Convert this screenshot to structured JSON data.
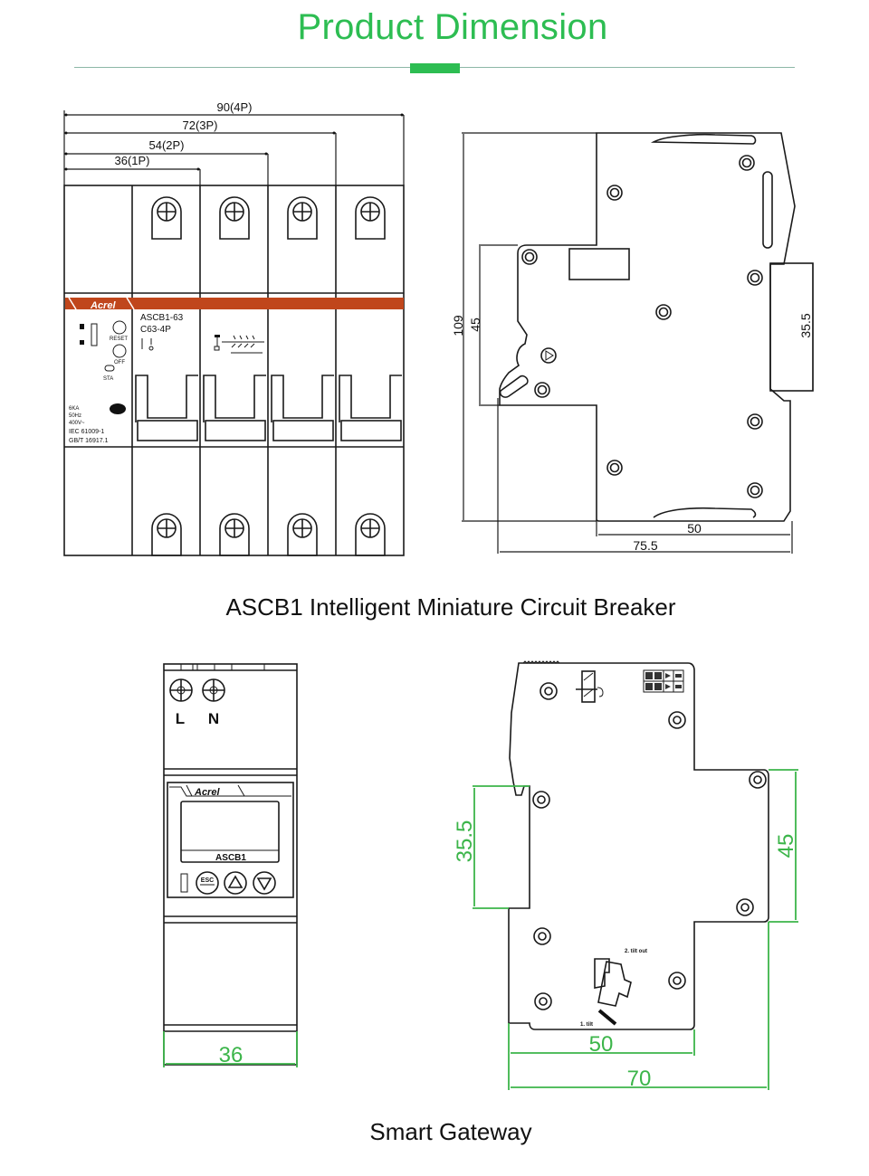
{
  "page": {
    "title": "Product Dimension",
    "accent_color": "#2dbd52",
    "rule_color": "#8cb8a6",
    "dimension_color_gateway": "#3cb54a",
    "brand_band_color": "#c0461c"
  },
  "breaker": {
    "caption": "ASCB1 Intelligent Miniature Circuit Breaker",
    "front": {
      "width_dims": [
        "90(4P)",
        "72(3P)",
        "54(2P)",
        "36(1P)"
      ],
      "brand": "Acrel",
      "model_line1": "ASCB1-63",
      "model_line2": "C63-4P",
      "buttons": [
        "RESET",
        "OFF",
        "STA"
      ],
      "specs": [
        "6KA",
        "50Hz",
        "400V~",
        "IEC 61009-1",
        "GB/T 16917.1"
      ]
    },
    "side": {
      "height_total": "109",
      "height_body": "45",
      "rail": "35.5",
      "depth_front": "50",
      "depth_total": "75.5"
    }
  },
  "gateway": {
    "caption": "Smart Gateway",
    "front": {
      "terminals": [
        "L",
        "N"
      ],
      "brand": "Acrel",
      "model": "ASCB1",
      "keys": [
        "ESC",
        "up",
        "down"
      ],
      "width_dim": "36"
    },
    "side": {
      "rail": "35.5",
      "height_body": "45",
      "depth_front": "50",
      "depth_total": "70",
      "step_labels": [
        "2. tilt out",
        "1. tilt"
      ]
    }
  }
}
